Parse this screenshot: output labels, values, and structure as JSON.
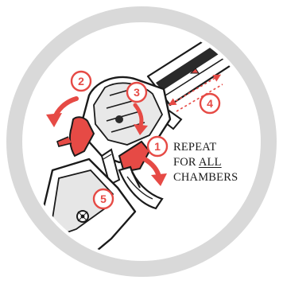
{
  "colors": {
    "ring": "#d9d9d9",
    "accent": "#e64a45",
    "outline": "#1a1a1a",
    "metal": "#ffffff"
  },
  "steps": [
    {
      "number": "1",
      "icon": "step-1-badge"
    },
    {
      "number": "2",
      "icon": "step-2-badge"
    },
    {
      "number": "3",
      "icon": "step-3-badge"
    },
    {
      "number": "4",
      "icon": "step-4-badge"
    },
    {
      "number": "5",
      "icon": "step-5-badge"
    }
  ],
  "instruction": {
    "line1": "REPEAT",
    "line2_prefix": "FOR ",
    "line2_emphasis": "ALL",
    "line3": "CHAMBERS"
  }
}
